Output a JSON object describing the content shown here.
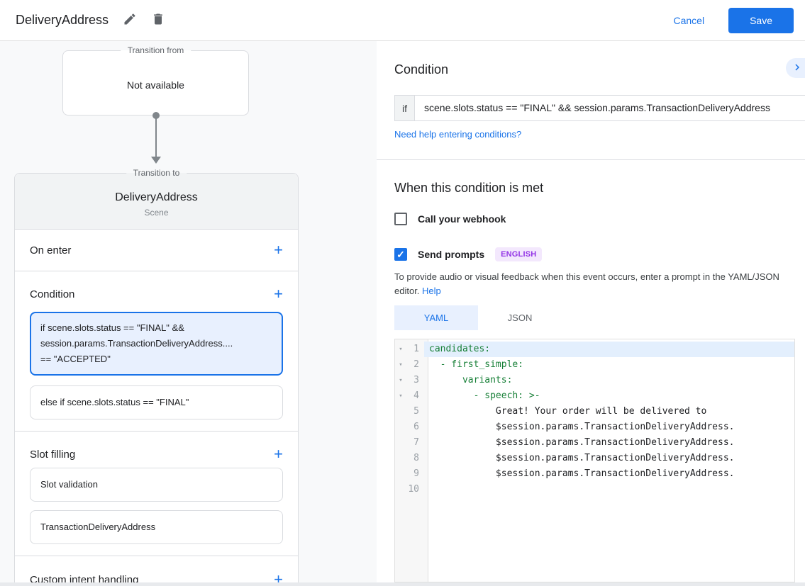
{
  "header": {
    "title": "DeliveryAddress",
    "cancel": "Cancel",
    "save": "Save"
  },
  "flow": {
    "from_label": "Transition from",
    "from_value": "Not available",
    "to_label": "Transition to",
    "to_title": "DeliveryAddress",
    "to_subtitle": "Scene",
    "on_enter_label": "On enter",
    "condition_label": "Condition",
    "condition_selected_lines": [
      "if scene.slots.status == \"FINAL\" &&",
      "session.params.TransactionDeliveryAddress....",
      "== \"ACCEPTED\""
    ],
    "condition_else": "else if scene.slots.status == \"FINAL\"",
    "slot_filling_label": "Slot filling",
    "slots": [
      "Slot validation",
      "TransactionDeliveryAddress"
    ],
    "custom_intent_label": "Custom intent handling"
  },
  "condition_panel": {
    "heading": "Condition",
    "if_label": "if",
    "expression": "scene.slots.status == \"FINAL\" && session.params.TransactionDeliveryAddress",
    "help_link": "Need help entering conditions?"
  },
  "handler": {
    "heading": "When this condition is met",
    "webhook_label": "Call your webhook",
    "prompts_label": "Send prompts",
    "prompts_checkmark": "✓",
    "language_badge": "ENGLISH",
    "description": "To provide audio or visual feedback when this event occurs, enter a prompt in the YAML/JSON editor.",
    "help_label": "Help",
    "tab_yaml": "YAML",
    "tab_json": "JSON"
  },
  "editor": {
    "fold_arrow": "▾",
    "lines": [
      {
        "num": "1",
        "text": "candidates:"
      },
      {
        "num": "2",
        "text": "  - first_simple:"
      },
      {
        "num": "3",
        "text": "      variants:"
      },
      {
        "num": "4",
        "text": "        - speech: >-"
      },
      {
        "num": "5",
        "text": "            Great! Your order will be delivered to"
      },
      {
        "num": "6",
        "text": "            $session.params.TransactionDeliveryAddress."
      },
      {
        "num": "7",
        "text": "            $session.params.TransactionDeliveryAddress."
      },
      {
        "num": "8",
        "text": "            $session.params.TransactionDeliveryAddress."
      },
      {
        "num": "9",
        "text": "            $session.params.TransactionDeliveryAddress."
      },
      {
        "num": "10",
        "text": ""
      }
    ]
  },
  "colors": {
    "accent_blue": "#1a73e8",
    "selection_bg": "#e8f0fe",
    "code_key_green": "#188038",
    "badge_purple": "#9334e6",
    "badge_bg": "#f3e8fd"
  }
}
